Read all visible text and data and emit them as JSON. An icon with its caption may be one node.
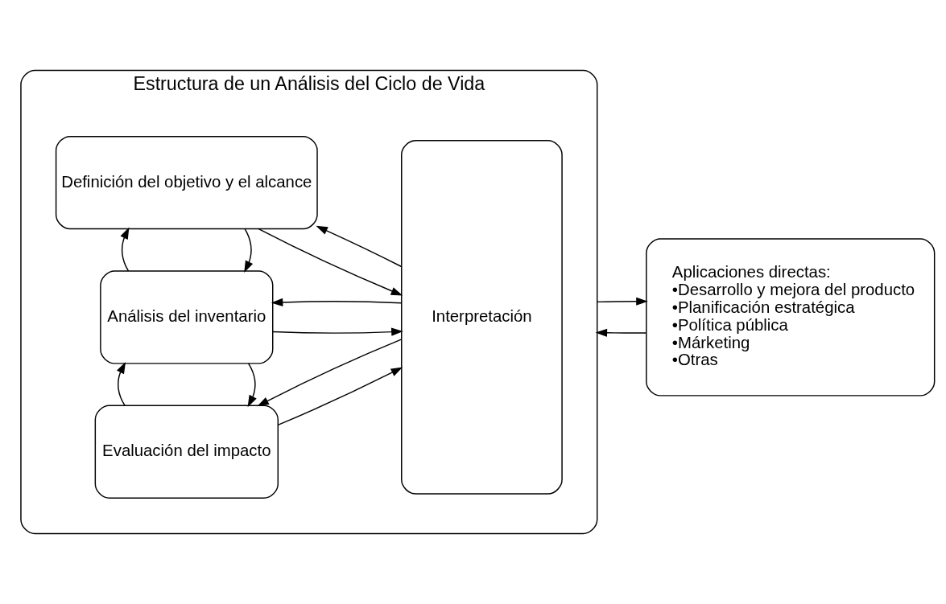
{
  "diagram": {
    "nodes": [
      {
        "text": [
          "Estructura de un Análisis del Ciclo de Vida"
        ]
      },
      {
        "text": [
          "Definición del objetivo y el alcance"
        ],
        "in": 0
      },
      {
        "text": [
          "Análisis del inventario"
        ],
        "in": 0
      },
      {
        "text": [
          "Evaluación del impacto"
        ],
        "in": 0
      },
      {
        "text": [
          "Interpretación"
        ],
        "in": 0
      },
      {
        "text": [
          "Aplicaciones directas:",
          "•Desarrollo y mejora del producto",
          "•Planificación estratégica",
          "•Política pública",
          "•Márketing",
          "•Otras"
        ]
      }
    ],
    "edges": [
      {
        "from": 4,
        "to": 1,
        "arrow": "to"
      },
      {
        "from": 1,
        "to": 4,
        "arrow": "to"
      },
      {
        "from": 1,
        "to": 2,
        "arrow": "to"
      },
      {
        "from": 2,
        "to": 1,
        "arrow": "to"
      },
      {
        "from": 4,
        "to": 2,
        "arrow": "to"
      },
      {
        "from": 2,
        "to": 4,
        "arrow": "to"
      },
      {
        "from": 2,
        "to": 3,
        "arrow": "to"
      },
      {
        "from": 3,
        "to": 2,
        "arrow": "to"
      },
      {
        "from": 4,
        "to": 3,
        "arrow": "to"
      },
      {
        "from": 3,
        "to": 4,
        "arrow": "to"
      },
      {
        "from": 5,
        "to": 0,
        "arrow": "to"
      },
      {
        "from": 0,
        "to": 5,
        "arrow": "to"
      }
    ]
  }
}
